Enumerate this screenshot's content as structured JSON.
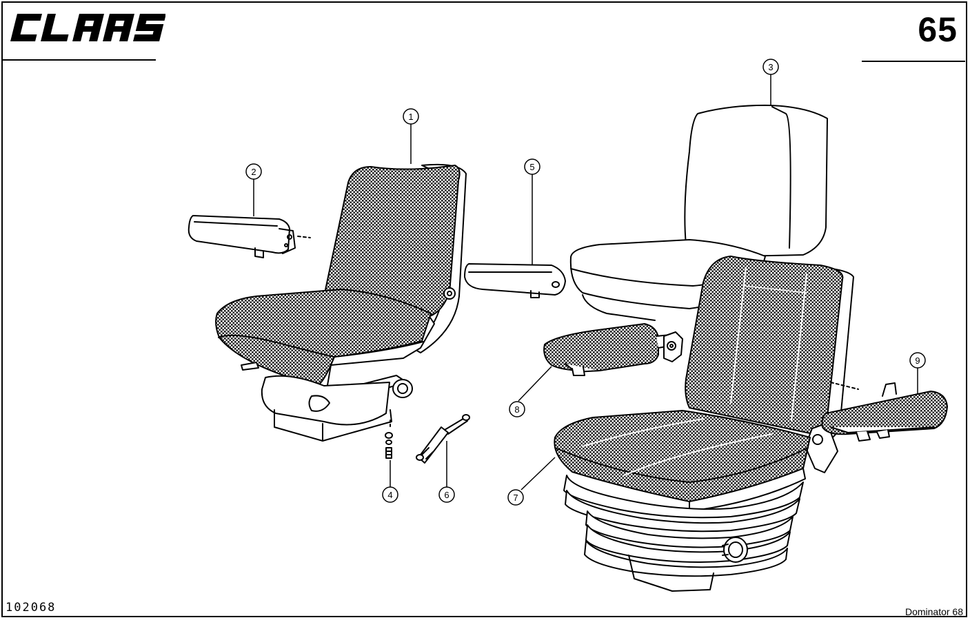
{
  "header": {
    "brand": "CLAAS",
    "page_number": "65"
  },
  "footer": {
    "drawing_number": "102068",
    "model": "Dominator 68"
  },
  "callouts": [
    {
      "id": "1",
      "label": "1"
    },
    {
      "id": "2",
      "label": "2"
    },
    {
      "id": "3",
      "label": "3"
    },
    {
      "id": "4",
      "label": "4"
    },
    {
      "id": "5",
      "label": "5"
    },
    {
      "id": "6",
      "label": "6"
    },
    {
      "id": "7",
      "label": "7"
    },
    {
      "id": "8",
      "label": "8"
    },
    {
      "id": "9",
      "label": "9"
    }
  ]
}
